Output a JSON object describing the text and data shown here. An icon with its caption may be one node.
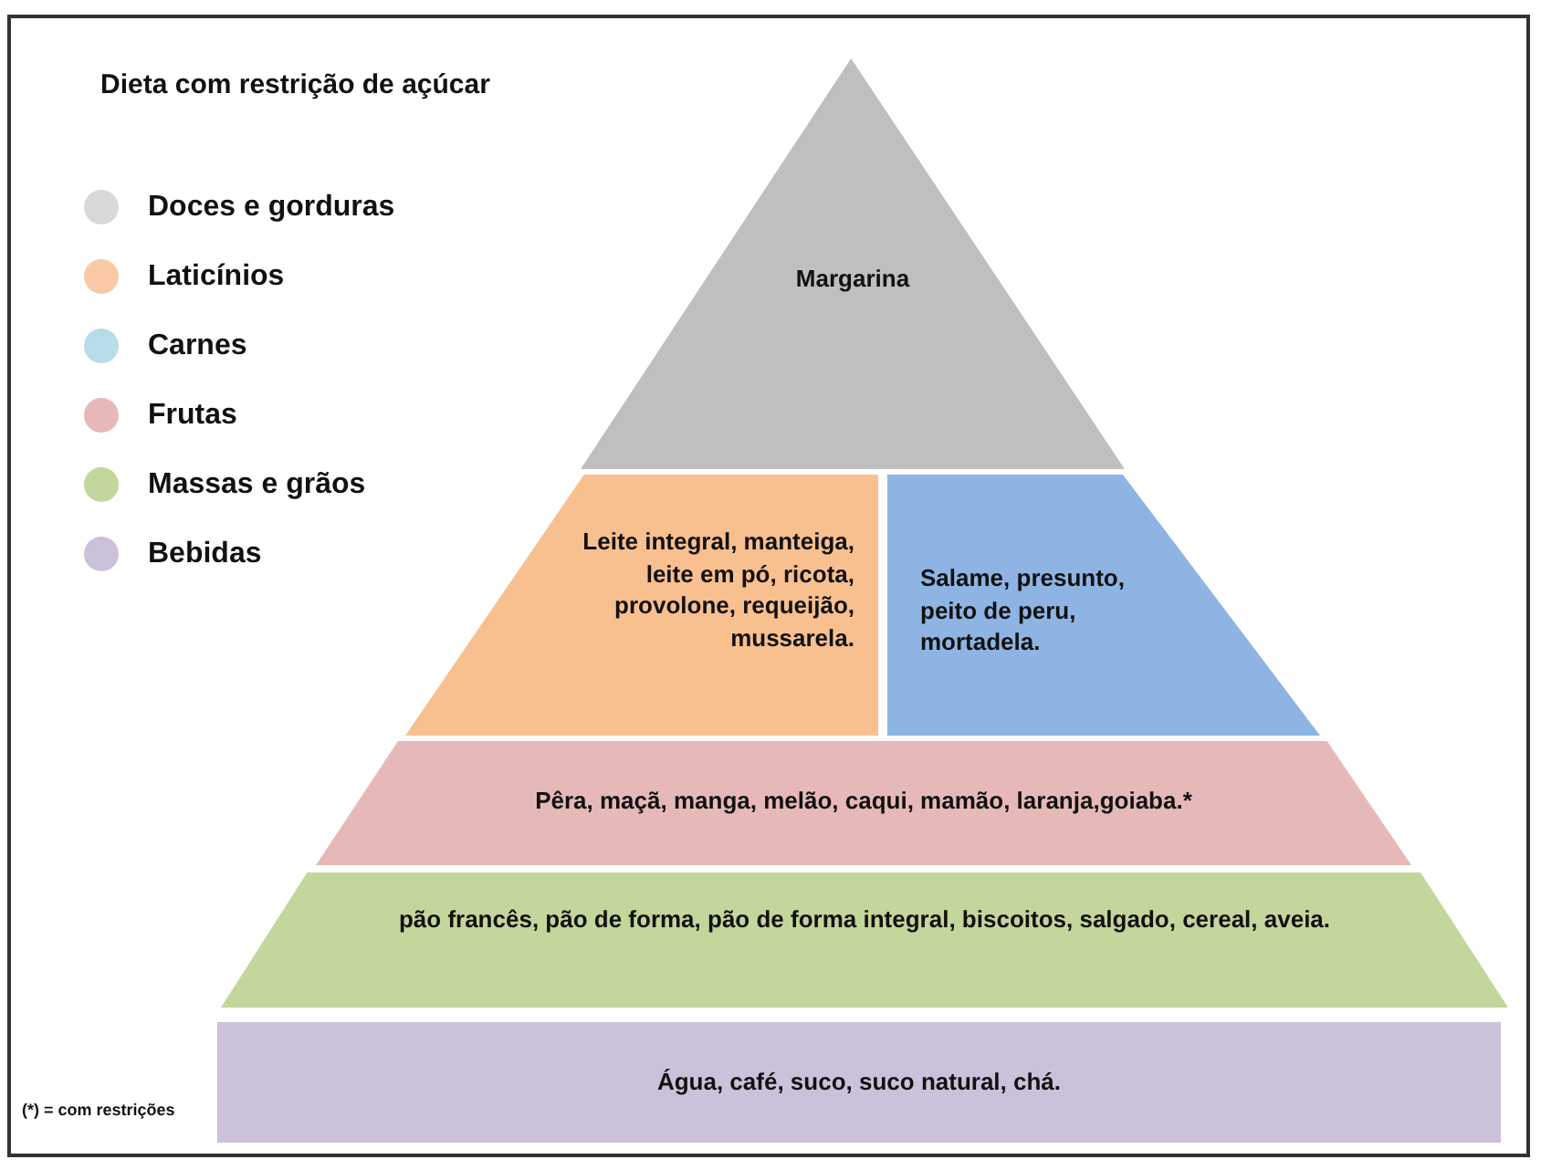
{
  "diagram": {
    "title": "Dieta com restrição de açúcar",
    "nodes": [
      {
        "text": [
          "Margarina"
        ]
      },
      {
        "text": [
          "Leite integral, manteiga, leite em pó, ricota, provolone, requeijão, mussarela."
        ]
      },
      {
        "text": [
          "Salame, presunto, peito de peru, mortadela."
        ]
      },
      {
        "text": [
          "Pêra, maçã, manga, melão, caqui, mamão, laranja,goiaba.*"
        ]
      },
      {
        "text": [
          "pão francês, pão de forma, pão de forma integral, biscoitos, salgado, cereal, aveia."
        ]
      },
      {
        "text": [
          "Água, café, suco, suco natural, chá."
        ]
      }
    ],
    "labels": [
      "(*) = com restrições"
    ],
    "legend": [
      {
        "text": "Doces e gorduras",
        "color": "#d9d9d9"
      },
      {
        "text": "Laticínios",
        "color": "#fac9a5"
      },
      {
        "text": "Carnes",
        "color": "#b6dde8"
      },
      {
        "text": "Frutas",
        "color": "#e6b9b8"
      },
      {
        "text": "Massas e grãos",
        "color": "#c3d69b"
      },
      {
        "text": "Bebidas",
        "color": "#ccc1da"
      }
    ]
  }
}
